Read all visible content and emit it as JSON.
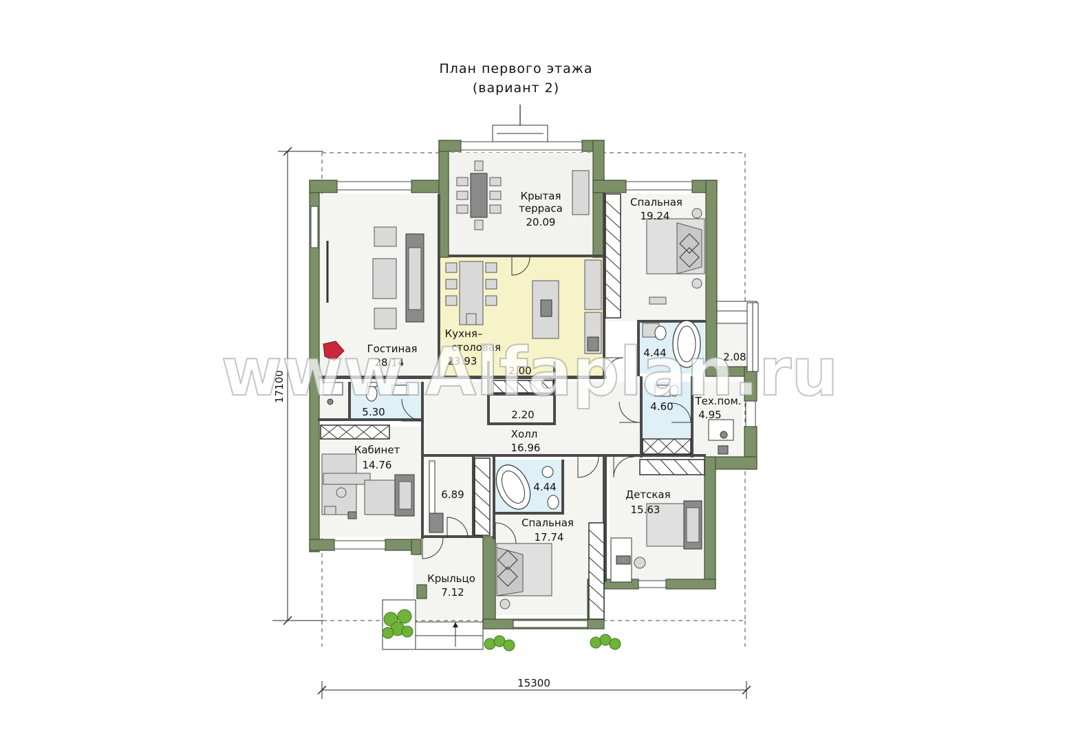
{
  "title_line1": "План первого этажа",
  "title_line2": "(вариант 2)",
  "watermark": "www.Alfaplan.ru",
  "dimensions": {
    "width": "15300",
    "height": "17100"
  },
  "rooms": {
    "terrace_name_1": "Крытая",
    "terrace_name_2": "терраса",
    "terrace_area": "20.09",
    "bedroom1_name": "Спальная",
    "bedroom1_area": "19.24",
    "living_name": "Гостиная",
    "living_area": "28.14",
    "kitchen_name_1": "Кухня–",
    "kitchen_name_2": "столовая",
    "kitchen_area": "23.93",
    "bath1_area": "4.44",
    "vestibule_area": "2.08",
    "closet1_area": "2.00",
    "closet2_area": "2.20",
    "wc_area": "5.30",
    "bath2_area": "4.60",
    "tech_name": "Тех.пом.",
    "tech_area": "4.95",
    "hall_name": "Холл",
    "hall_area": "16.96",
    "office_name": "Кабинет",
    "office_area": "14.76",
    "storage_area": "6.89",
    "bath3_area": "4.44",
    "bedroom2_name": "Спальная",
    "bedroom2_area": "17.74",
    "kids_name": "Детская",
    "kids_area": "15.63",
    "porch_name": "Крыльцо",
    "porch_area": "7.12"
  },
  "colors": {
    "wall": "#7d9168",
    "kitchen_floor": "#f7f3c9",
    "bath_floor": "#dff0f6",
    "plant": "#6fb33a"
  }
}
